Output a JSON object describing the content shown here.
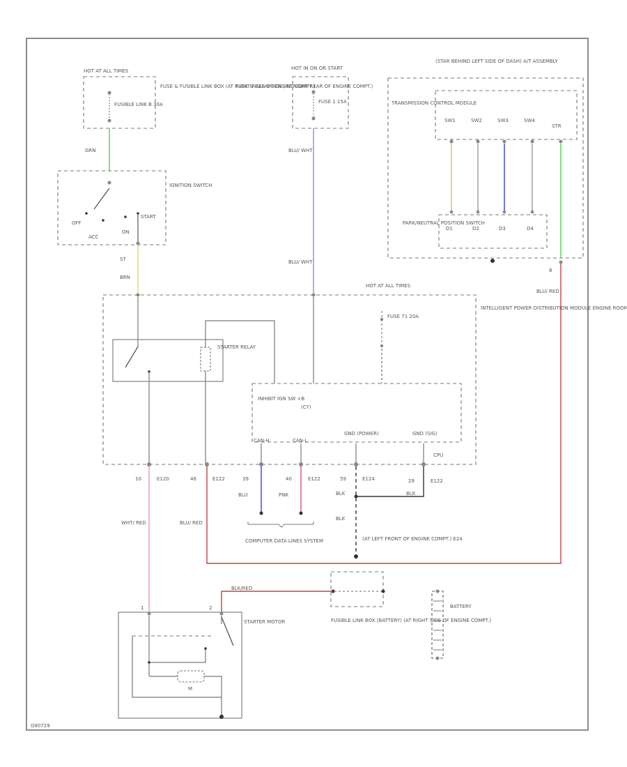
{
  "colors": {
    "green": "#4fd34f",
    "yellow": "#e8d36a",
    "blue": "#8888ee",
    "dark_blue": "#3a3ae0",
    "pink": "#ef9aa6",
    "red": "#e07070",
    "dark_red": "#c84040",
    "orange": "#e8b860",
    "gray": "#888888",
    "black": "#333333"
  },
  "labels": {
    "hot_at_all_times_1": "HOT AT ALL TIMES",
    "fusible_link": "FUSIBLE LINK B 30A",
    "fuse_box_1": "FUSE & FUSIBLE LINK BOX (AT RIGHT REAR OF ENGINE COMPT.)",
    "hot_in_on": "HOT IN ON OR START",
    "fuse_ig": "FUSE 1 15A",
    "fuse_box_2": "FUSE & RELAY BOX (AT RIGHT REAR OF ENGINE COMPT.)",
    "tcm_header": "(STAR BEHIND LEFT SIDE OF DASH) A/T ASSEMBLY",
    "tcm": "TRANSMISSION CONTROL MODULE",
    "sw_pins": [
      "SW1",
      "SW2",
      "SW3",
      "SW4",
      "STR"
    ],
    "pnp_switch": "PARK/NEUTRAL POSITION SWITCH",
    "pnp_pins": [
      "D1",
      "D2",
      "D3",
      "D4"
    ],
    "ignition_switch": "IGNITION SWITCH",
    "off": "OFF",
    "acc": "ACC",
    "on": "ON",
    "start": "START",
    "grn": "GRN",
    "st": "ST",
    "brn": "BRN",
    "blu_wht_1": "BLU/ WHT",
    "blu_wht_2": "BLU/ WHT",
    "blu_red_right": "BLU/ RED",
    "pin_8": "8",
    "ipdm_hot": "HOT AT ALL TIMES",
    "ipdm_fuse": "FUSE 71 20A",
    "ipdm": "INTELLIGENT POWER DISTRIBUTION MODULE ENGINE ROOM (IPDM E/R) (AT RIGHT REAR OF ENGINE COMPT.)",
    "starter_relay": "STARTER RELAY",
    "cpu_line1": "INHIBIT  IGN SW  +B",
    "cpu_line2": "(CY)",
    "cpu_bottom": [
      "CAN-H",
      "CAN-L",
      "GND (POWER)",
      "GND (SIG)"
    ],
    "cpu": "CPU",
    "pins_bottom": [
      "10",
      "E120",
      "46",
      "E122",
      "39",
      "40",
      "E122",
      "59",
      "E124",
      "29",
      "E122"
    ],
    "blu": "BLU",
    "pnk": "PNK",
    "blk_1": "BLK",
    "blk_2": "BLK",
    "blk_3": "BLK",
    "wht_red": "WHT/ RED",
    "blu_red_left": "BLU/ RED",
    "can_system": "COMPUTER DATA LINES SYSTEM",
    "ground": "(AT LEFT FRONT OF ENGINE COMPT.) E24",
    "blk_red": "BLK/RED",
    "fusible_link_box": "FUSIBLE LINK BOX (BATTERY) (AT RIGHT SIDE OF ENGINE COMPT.)",
    "battery": "BATTERY",
    "starter_motor": "STARTER MOTOR",
    "motor_pin_1": "1",
    "motor_pin_2": "2",
    "motor_m": "M",
    "footer_code": "G90729"
  }
}
